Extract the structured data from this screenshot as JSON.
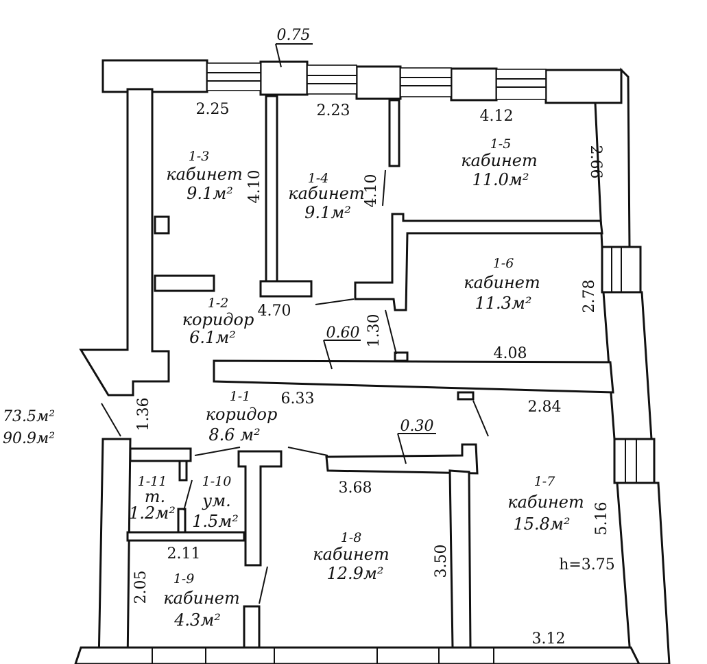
{
  "plan": {
    "rooms": [
      {
        "number": "1-3",
        "name": "кабинет",
        "area": "9.1м²"
      },
      {
        "number": "1-4",
        "name": "кабинет",
        "area": "9.1м²"
      },
      {
        "number": "1-5",
        "name": "кабинет",
        "area": "11.0м²"
      },
      {
        "number": "1-6",
        "name": "кабинет",
        "area": "11.3м²"
      },
      {
        "number": "1-2",
        "name": "коридор",
        "area": "6.1м²"
      },
      {
        "number": "1-1",
        "name": "коридор",
        "area": "8.6 м²"
      },
      {
        "number": "1-7",
        "name": "кабинет",
        "area": "15.8м²"
      },
      {
        "number": "1-8",
        "name": "кабинет",
        "area": "12.9м²"
      },
      {
        "number": "1-9",
        "name": "кабинет",
        "area": "4.3м²"
      },
      {
        "number": "1-10",
        "name": "ум.",
        "area": "1.5м²"
      },
      {
        "number": "1-11",
        "name": "т.",
        "area": "1.2м²"
      }
    ],
    "dimensions": {
      "d_075": "0.75",
      "d_225": "2.25",
      "d_223": "2.23",
      "d_412": "4.12",
      "d_266": "2.66",
      "d_410a": "4.10",
      "d_410b": "4.10",
      "d_470": "4.70",
      "d_278": "2.78",
      "d_060": "0.60",
      "d_130": "1.30",
      "d_408": "4.08",
      "d_136": "1.36",
      "d_633": "6.33",
      "d_284": "2.84",
      "d_030": "0.30",
      "d_368": "3.68",
      "d_516": "5.16",
      "d_350": "3.50",
      "d_211": "2.11",
      "d_205": "2.05",
      "d_312": "3.12"
    },
    "ceiling_height": "h=3.75",
    "totals": [
      "73.5м²",
      "90.9м²"
    ]
  }
}
